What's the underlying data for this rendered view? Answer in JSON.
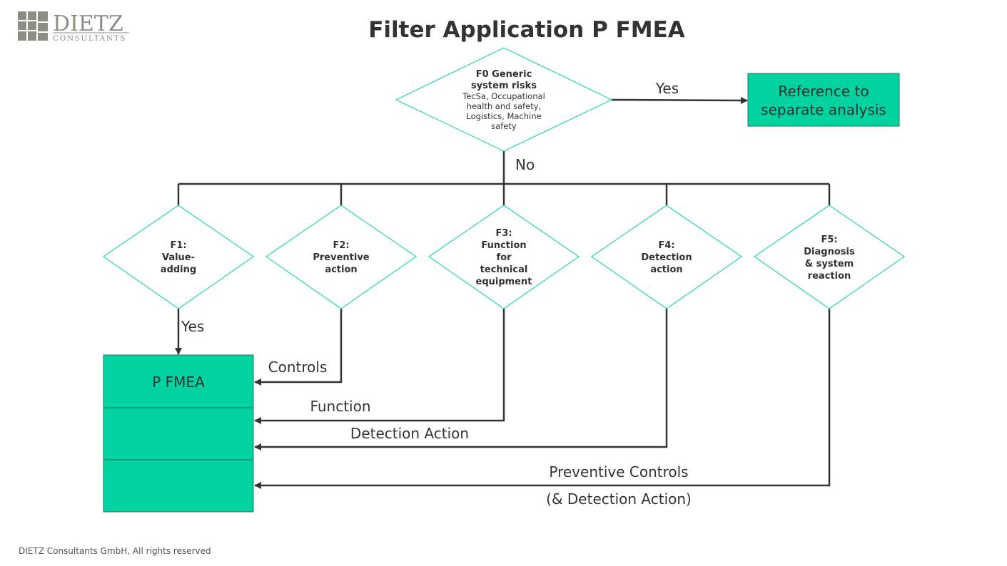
{
  "title": "Filter Application P FMEA",
  "logo": {
    "name": "DIETZ",
    "subtitle": "CONSULTANTS"
  },
  "top_decision": {
    "bold_lines": [
      "F0 Generic",
      "system risks"
    ],
    "detail_lines": [
      "TecSa, Occupational",
      "health and safety,",
      "Logistics, Machine",
      "safety"
    ]
  },
  "top_yes_label": "Yes",
  "reference_box": [
    "Reference to",
    "separate analysis"
  ],
  "no_label": "No",
  "decisions": [
    {
      "id": "f1",
      "lines": [
        "F1:",
        "Value-",
        "adding"
      ]
    },
    {
      "id": "f2",
      "lines": [
        "F2:",
        "Preventive",
        "action"
      ]
    },
    {
      "id": "f3",
      "lines": [
        "F3:",
        "Function",
        "for",
        "technical",
        "equipment"
      ]
    },
    {
      "id": "f4",
      "lines": [
        "F4:",
        "Detection",
        "action"
      ]
    },
    {
      "id": "f5",
      "lines": [
        "F5:",
        "Diagnosis",
        "& system",
        "reaction"
      ]
    }
  ],
  "f1_yes_label": "Yes",
  "pfmea_box": {
    "label": "P FMEA"
  },
  "flow_labels": {
    "controls": "Controls",
    "function": "Function",
    "detection_action": "Detection Action",
    "preventive_controls": "Preventive Controls",
    "detection_note": "(& Detection Action)"
  },
  "footer": "DIETZ Consultants GmbH, All rights reserved",
  "colors": {
    "box_fill": "#00d2a0",
    "diamond_stroke": "#2bd4b0",
    "line": "#333333",
    "logo": "#8e8d84"
  }
}
